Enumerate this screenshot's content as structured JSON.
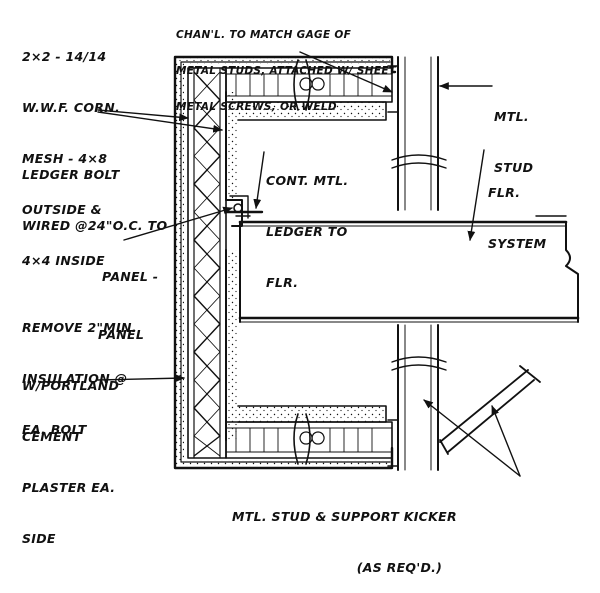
{
  "colors": {
    "ink": "#111111",
    "paper": "#ffffff"
  },
  "labels": {
    "mesh": {
      "lines": [
        "2×2 - 14/14",
        "W.W.F. CORN.",
        "MESH - 4×8",
        "OUTSIDE &",
        "4×4 INSIDE"
      ]
    },
    "chan": {
      "lines": [
        "CHAN'L. TO MATCH GAGE OF",
        "METAL STUDS, ATTACHED W/ SHEET",
        "METAL SCREWS, OR WELD"
      ]
    },
    "mtl_stud": {
      "lines": [
        "MTL.",
        "STUD"
      ]
    },
    "ledger_bolt": {
      "lines": [
        "LEDGER BOLT",
        "WIRED @24\"O.C. TO",
        "PANEL -",
        "REMOVE 2\"MIN.",
        "INSULATION @",
        "EA. BOLT"
      ]
    },
    "cont_mtl": {
      "lines": [
        "CONT. MTL.",
        "LEDGER TO",
        "FLR."
      ]
    },
    "flr_system": {
      "lines": [
        "FLR.",
        "SYSTEM"
      ]
    },
    "panel": {
      "lines": [
        "PANEL",
        "W/PORTLAND",
        "CEMENT",
        "PLASTER EA.",
        "SIDE"
      ]
    },
    "kicker": {
      "lines": [
        "MTL. STUD & SUPPORT KICKER",
        "(AS REQ'D.)"
      ]
    }
  }
}
